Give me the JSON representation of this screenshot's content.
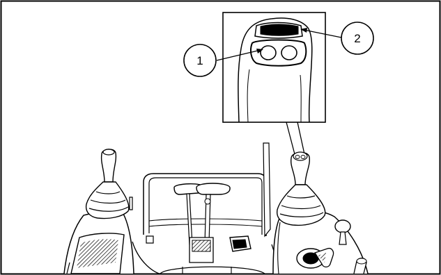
{
  "callouts": [
    {
      "label": "1",
      "target": "left-button"
    },
    {
      "label": "2",
      "target": "top-switch"
    }
  ],
  "colors": {
    "line": "#000000",
    "background": "#ffffff",
    "hatch": "#000000"
  }
}
